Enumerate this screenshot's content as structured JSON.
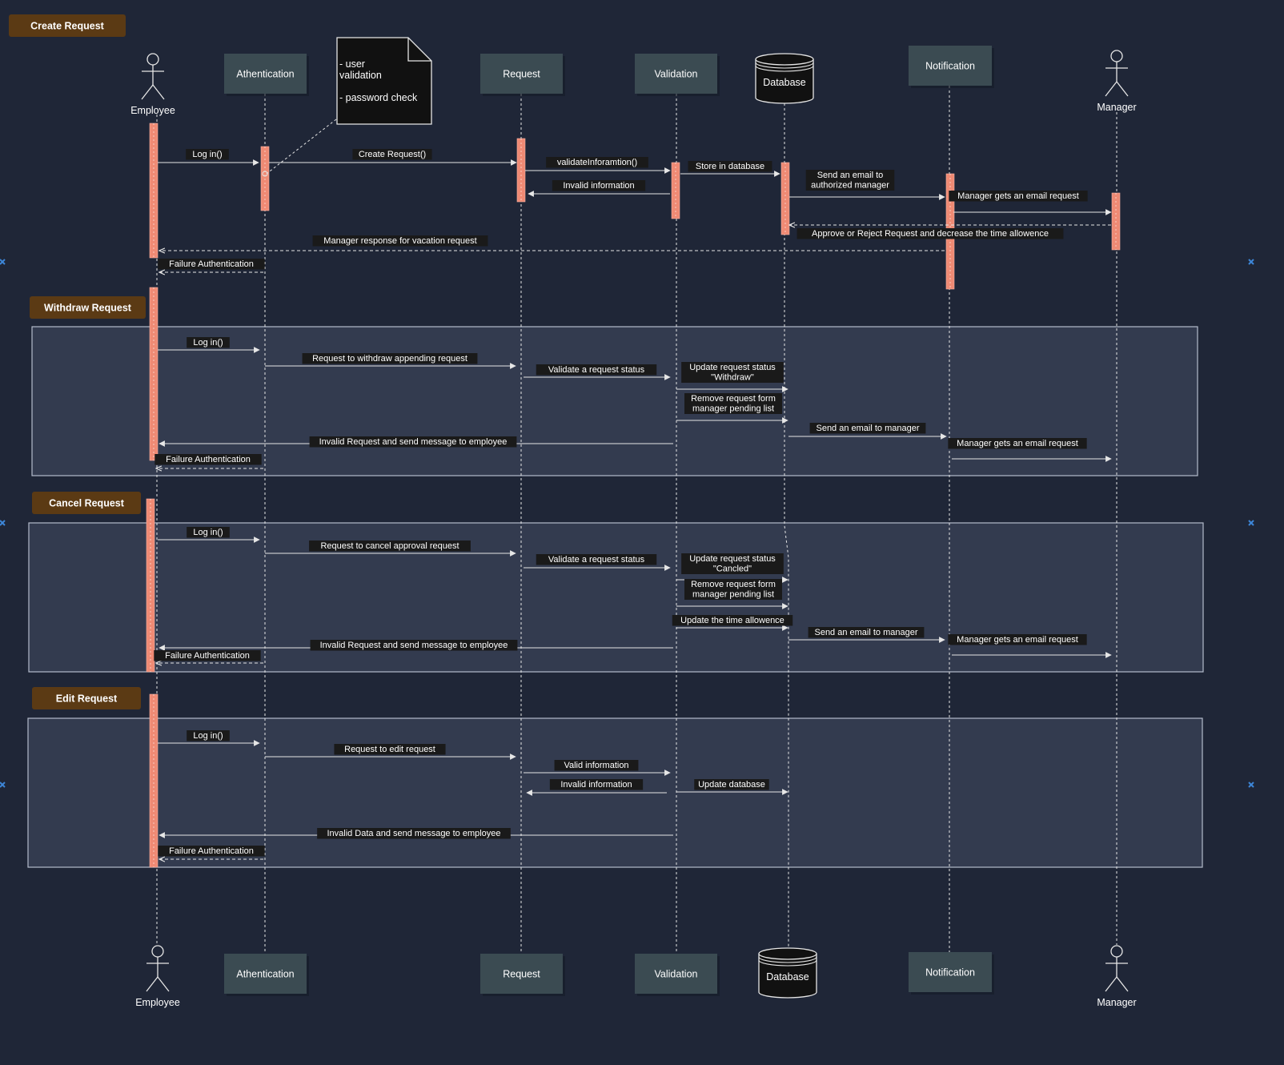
{
  "colors": {
    "background": "#1f2637",
    "panel": "#333b4f",
    "panel_border": "#b5bccb",
    "participant_box": "#3b4b52",
    "section_label": "#5b3a14",
    "activation": "#ef8a74",
    "line": "#e6e6e6",
    "label_bg": "#1a1a1a",
    "handle": "#3d86d8"
  },
  "participants": [
    {
      "name": "Employee",
      "kind": "actor"
    },
    {
      "name": "Athentication",
      "kind": "box"
    },
    {
      "name": "Request",
      "kind": "box"
    },
    {
      "name": "Validation",
      "kind": "box"
    },
    {
      "name": "Database",
      "kind": "database"
    },
    {
      "name": "Notification",
      "kind": "box"
    },
    {
      "name": "Manager",
      "kind": "actor"
    }
  ],
  "note": [
    "- user",
    "validation",
    "",
    "- password check"
  ],
  "sections": [
    {
      "label": "Create Request",
      "messages": [
        {
          "from": 0,
          "to": 1,
          "text": [
            "Log in()"
          ],
          "style": "solid"
        },
        {
          "from": 1,
          "to": 2,
          "text": [
            "Create Request()"
          ],
          "style": "solid"
        },
        {
          "from": 2,
          "to": 3,
          "text": [
            "validateInforamtion()"
          ],
          "style": "solid"
        },
        {
          "from": 3,
          "to": 4,
          "text": [
            "Store in database"
          ],
          "style": "solid"
        },
        {
          "from": 3,
          "to": 2,
          "text": [
            "Invalid information"
          ],
          "style": "solid"
        },
        {
          "from": 4,
          "to": 5,
          "text": [
            "Send an email to",
            "authorized manager"
          ],
          "style": "solid"
        },
        {
          "from": 5,
          "to": 6,
          "text": [
            "Manager gets an email request"
          ],
          "style": "solid"
        },
        {
          "from": 6,
          "to": 4,
          "text": [
            "Approve or Reject Request and decrease the time allowence"
          ],
          "style": "dashed"
        },
        {
          "from": 5,
          "to": 0,
          "text": [
            "Manager response for vacation request"
          ],
          "style": "dashed"
        },
        {
          "from": 1,
          "to": 0,
          "text": [
            "Failure Authentication"
          ],
          "style": "dashed"
        }
      ]
    },
    {
      "label": "Withdraw Request",
      "messages": [
        {
          "from": 0,
          "to": 1,
          "text": [
            "Log in()"
          ],
          "style": "solid"
        },
        {
          "from": 1,
          "to": 2,
          "text": [
            "Request to withdraw appending request"
          ],
          "style": "solid"
        },
        {
          "from": 2,
          "to": 3,
          "text": [
            "Validate a request status"
          ],
          "style": "solid"
        },
        {
          "from": 3,
          "to": 4,
          "text": [
            "Update request status",
            "\"Withdraw\""
          ],
          "style": "solid"
        },
        {
          "from": 3,
          "to": 4,
          "text": [
            "Remove request form",
            "manager pending list"
          ],
          "style": "solid"
        },
        {
          "from": 4,
          "to": 5,
          "text": [
            "Send an email to manager"
          ],
          "style": "solid"
        },
        {
          "from": 3,
          "to": 0,
          "text": [
            "Invalid Request and send message to employee"
          ],
          "style": "solid"
        },
        {
          "from": 5,
          "to": 6,
          "text": [
            "Manager gets an email request"
          ],
          "style": "solid"
        },
        {
          "from": 1,
          "to": 0,
          "text": [
            "Failure Authentication"
          ],
          "style": "dashed"
        }
      ]
    },
    {
      "label": "Cancel Request",
      "messages": [
        {
          "from": 0,
          "to": 1,
          "text": [
            "Log in()"
          ],
          "style": "solid"
        },
        {
          "from": 1,
          "to": 2,
          "text": [
            "Request to cancel approval request"
          ],
          "style": "solid"
        },
        {
          "from": 2,
          "to": 3,
          "text": [
            "Validate a request status"
          ],
          "style": "solid"
        },
        {
          "from": 3,
          "to": 4,
          "text": [
            "Update request status",
            "\"Cancled\""
          ],
          "style": "solid"
        },
        {
          "from": 3,
          "to": 4,
          "text": [
            "Remove request form",
            "manager pending list"
          ],
          "style": "solid"
        },
        {
          "from": 3,
          "to": 4,
          "text": [
            "Update the time allowence"
          ],
          "style": "solid"
        },
        {
          "from": 4,
          "to": 5,
          "text": [
            "Send an email to manager"
          ],
          "style": "solid"
        },
        {
          "from": 3,
          "to": 0,
          "text": [
            "Invalid Request and send message to employee"
          ],
          "style": "solid"
        },
        {
          "from": 5,
          "to": 6,
          "text": [
            "Manager gets an email request"
          ],
          "style": "solid"
        },
        {
          "from": 1,
          "to": 0,
          "text": [
            "Failure Authentication"
          ],
          "style": "dashed"
        }
      ]
    },
    {
      "label": "Edit Request",
      "messages": [
        {
          "from": 0,
          "to": 1,
          "text": [
            "Log in()"
          ],
          "style": "solid"
        },
        {
          "from": 1,
          "to": 2,
          "text": [
            "Request to edit request"
          ],
          "style": "solid"
        },
        {
          "from": 2,
          "to": 3,
          "text": [
            "Valid information"
          ],
          "style": "solid"
        },
        {
          "from": 3,
          "to": 2,
          "text": [
            "Invalid information"
          ],
          "style": "solid"
        },
        {
          "from": 3,
          "to": 4,
          "text": [
            "Update database"
          ],
          "style": "solid"
        },
        {
          "from": 3,
          "to": 0,
          "text": [
            "Invalid Data and send message to employee"
          ],
          "style": "solid"
        },
        {
          "from": 1,
          "to": 0,
          "text": [
            "Failure Authentication"
          ],
          "style": "dashed"
        }
      ]
    }
  ]
}
